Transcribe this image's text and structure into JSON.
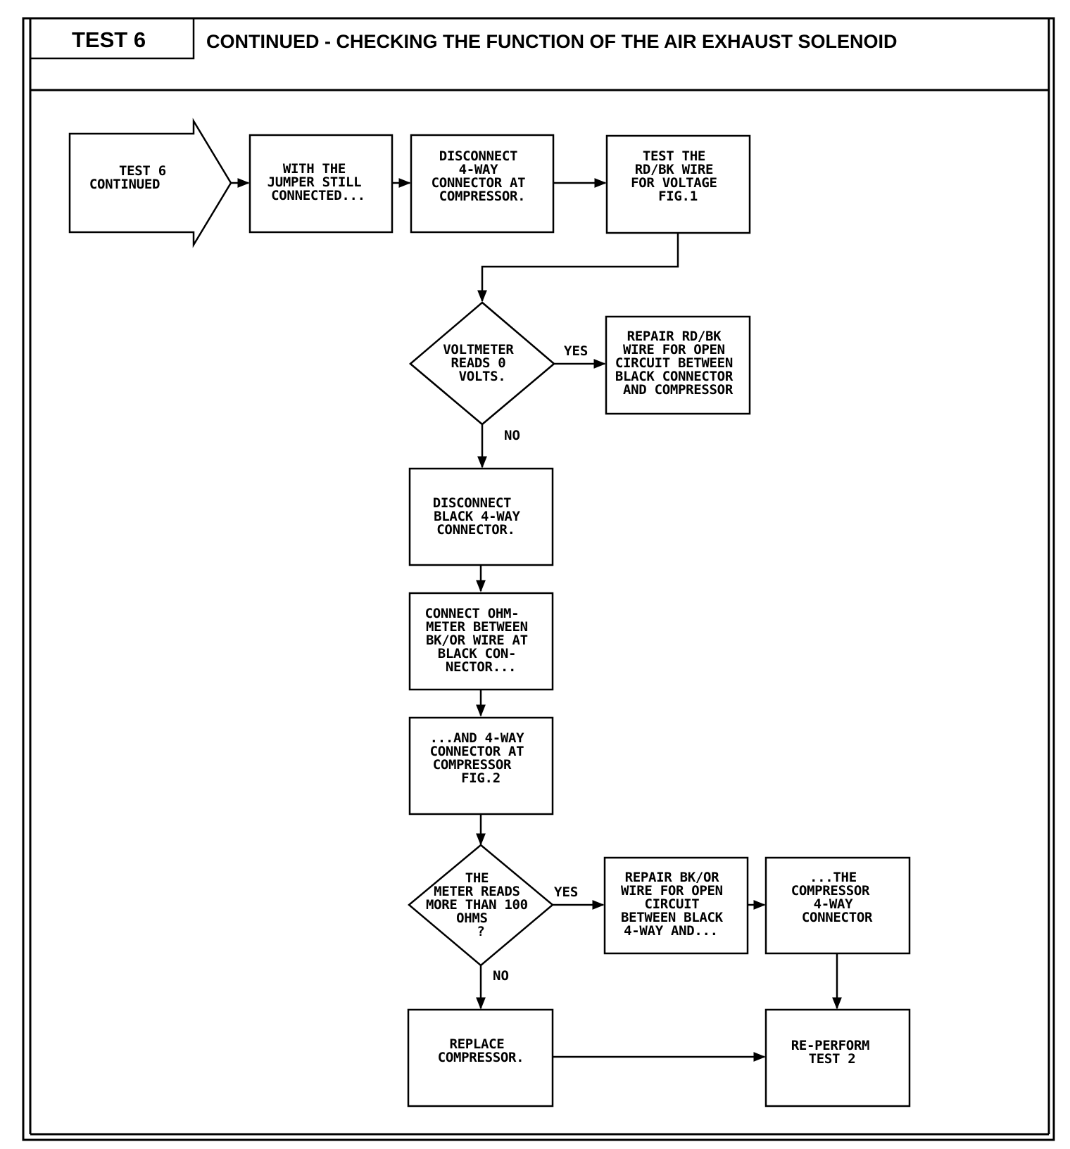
{
  "header": {
    "test_label": "TEST 6",
    "title": "CONTINUED - CHECKING THE FUNCTION OF THE AIR EXHAUST SOLENOID"
  },
  "flowchart": {
    "start": [
      "TEST 6",
      "CONTINUED"
    ],
    "step_jumper": [
      "WITH THE",
      "JUMPER STILL",
      "CONNECTED..."
    ],
    "step_disconnect_compressor": [
      "DISCONNECT",
      "4-WAY",
      "CONNECTOR AT",
      "COMPRESSOR."
    ],
    "step_test_wire": [
      "TEST THE",
      "RD/BK WIRE",
      "FOR VOLTAGE",
      "FIG.1"
    ],
    "decision_voltmeter": [
      "VOLTMETER",
      "READS 0",
      "VOLTS."
    ],
    "repair_rdbk": [
      "REPAIR RD/BK",
      "WIRE FOR OPEN",
      "CIRCUIT BETWEEN",
      "BLACK CONNECTOR",
      "AND COMPRESSOR"
    ],
    "step_disconnect_black": [
      "DISCONNECT",
      "BLACK 4-WAY",
      "CONNECTOR."
    ],
    "step_connect_ohm": [
      "CONNECT OHM-",
      "METER BETWEEN",
      "BK/OR WIRE AT",
      "BLACK CON-",
      "NECTOR..."
    ],
    "step_and_4way": [
      "...AND 4-WAY",
      "CONNECTOR AT",
      "COMPRESSOR",
      "FIG.2"
    ],
    "decision_meter": [
      "THE",
      "METER READS",
      "MORE THAN 100",
      "OHMS",
      "?"
    ],
    "repair_bkor": [
      "REPAIR BK/OR",
      "WIRE FOR OPEN",
      "CIRCUIT",
      "BETWEEN BLACK",
      "4-WAY AND..."
    ],
    "compressor_connector": [
      "...THE",
      "COMPRESSOR",
      "4-WAY",
      "CONNECTOR"
    ],
    "replace_compressor": [
      "REPLACE",
      "COMPRESSOR."
    ],
    "reperform": [
      "RE-PERFORM",
      "TEST 2"
    ],
    "yes_label": "YES",
    "no_label": "NO"
  }
}
